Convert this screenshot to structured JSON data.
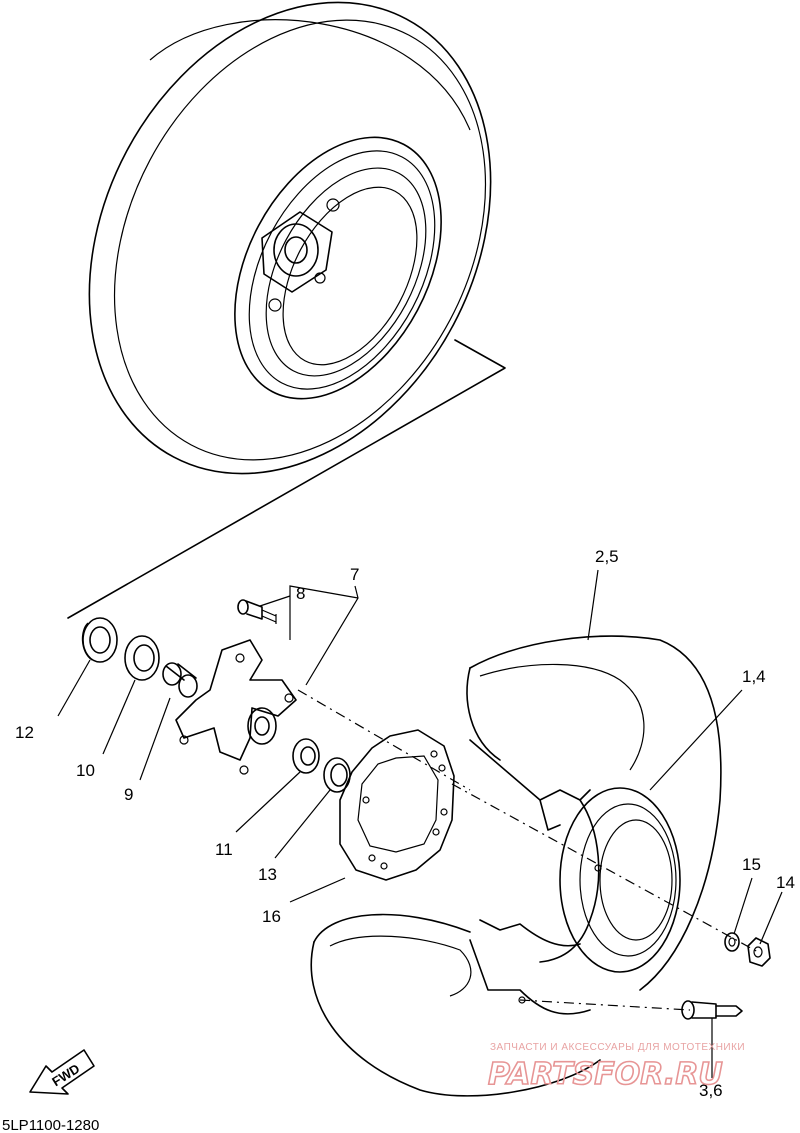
{
  "diagram_code": "5LP1100-1280",
  "direction_arrow_label": "FWD",
  "callouts": {
    "c_2_5": "2,5",
    "c_1_4": "1,4",
    "c_7": "7",
    "c_8": "8",
    "c_12": "12",
    "c_10": "10",
    "c_9": "9",
    "c_11": "11",
    "c_13": "13",
    "c_16": "16",
    "c_15": "15",
    "c_14": "14",
    "c_3_6": "3,6"
  },
  "watermark": {
    "tagline": "ЗАПЧАСТИ И АКСЕССУАРЫ ДЛЯ МОТОТЕХНИКИ",
    "brand": "PARTSFOR.RU"
  }
}
